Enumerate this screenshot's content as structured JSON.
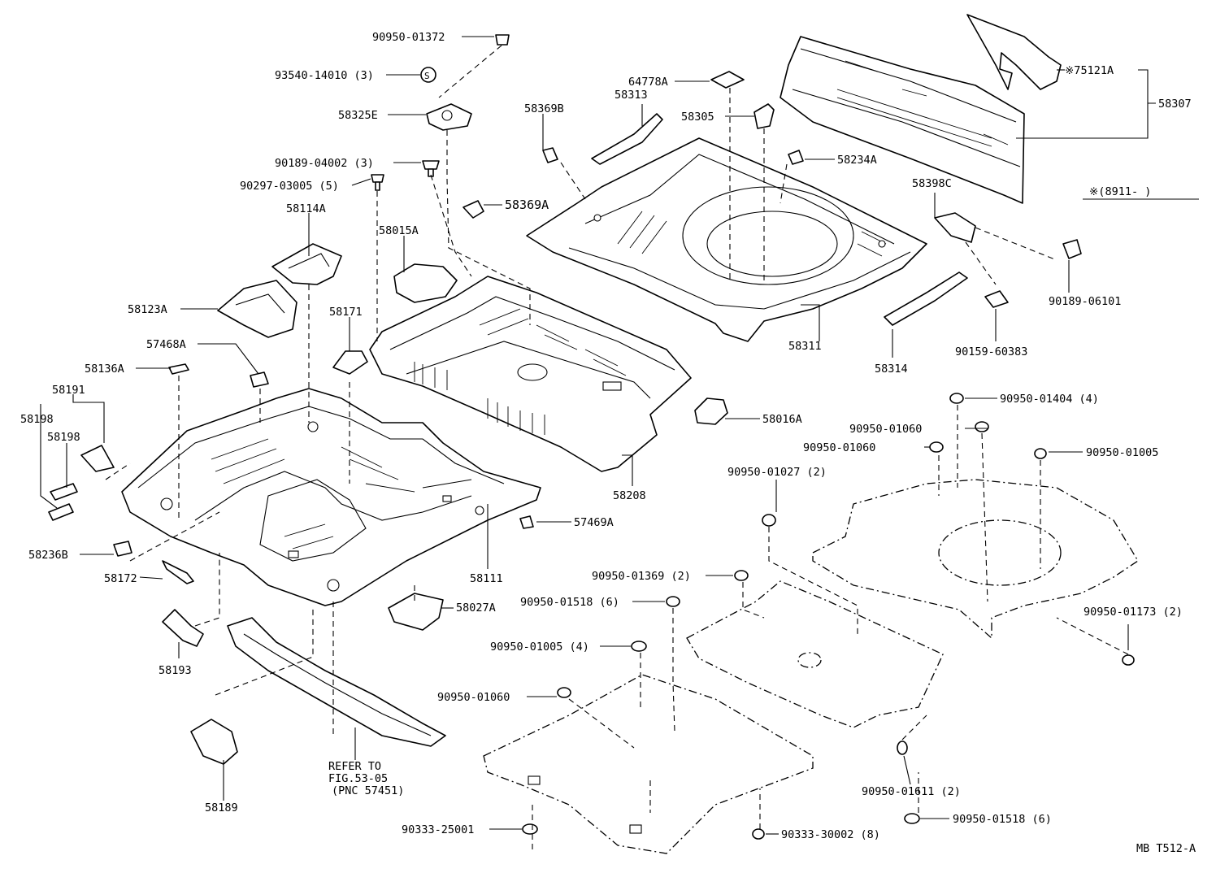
{
  "labels": {
    "p90950_01372": "90950-01372",
    "p93540_14010": "93540-14010 (3)",
    "p58325E": "58325E",
    "p90189_04002": "90189-04002 (3)",
    "p90297_03005": "90297-03005 (5)",
    "p58114A": "58114A",
    "p58015A": "58015A",
    "p58123A": "58123A",
    "p58171": "58171",
    "p57468A": "57468A",
    "p58136A": "58136A",
    "p58191": "58191",
    "p58198a": "58198",
    "p58198b": "58198",
    "p58236B": "58236B",
    "p58172": "58172",
    "p58193": "58193",
    "p58189": "58189",
    "p58111": "58111",
    "p57469A": "57469A",
    "p58027A": "58027A",
    "p58208": "58208",
    "p58016A": "58016A",
    "p58369B": "58369B",
    "p58313": "58313",
    "p64778A": "64778A",
    "p58305": "58305",
    "p58369A": "58369A",
    "p58234A": "58234A",
    "p58311": "58311",
    "p58314": "58314",
    "p58398C": "58398C",
    "p75121A": "※75121A",
    "p58307": "58307",
    "note8911": "※(8911-        )",
    "p90189_06101": "90189-06101",
    "p90159_60383": "90159-60383",
    "p90950_01404": "90950-01404 (4)",
    "p90950_01060a": "90950-01060",
    "p90950_01060b": "90950-01060",
    "p90950_01005a": "90950-01005",
    "p90950_01027": "90950-01027 (2)",
    "p90950_01173": "90950-01173 (2)",
    "p90950_01369": "90950-01369 (2)",
    "p90950_01518a": "90950-01518 (6)",
    "p90950_01005b": "90950-01005 (4)",
    "p90950_01060c": "90950-01060",
    "p90950_01611": "90950-01611 (2)",
    "p90950_01518b": "90950-01518 (6)",
    "p90333_25001": "90333-25001",
    "p90333_30002": "90333-30002 (8)",
    "refer1": "REFER TO",
    "refer2": "FIG.53-05",
    "refer3": "(PNC 57451)",
    "docid": "MB T512-A"
  }
}
